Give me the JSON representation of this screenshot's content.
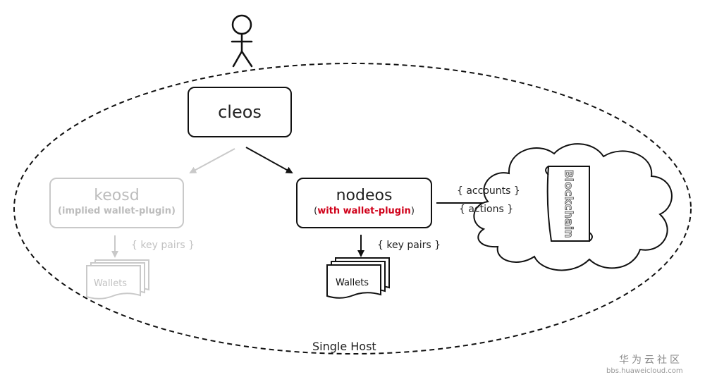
{
  "nodes": {
    "cleos": {
      "title": "cleos"
    },
    "nodeos": {
      "title": "nodeos",
      "sub_open": "(",
      "sub_plugin": "with wallet-plugin",
      "sub_close": ")"
    },
    "keosd": {
      "title": "keosd",
      "sub": "(implied wallet-plugin)"
    }
  },
  "labels": {
    "key_pairs_left": "{ key pairs }",
    "key_pairs_right": "{ key pairs }",
    "accounts": "{ accounts }",
    "actions": "{ actions }",
    "wallets_left": "Wallets",
    "wallets_right": "Wallets",
    "blockchain": "Blockchain",
    "host": "Single Host"
  },
  "watermark": {
    "brand": "华为云社区",
    "url": "bbs.huaweicloud.com"
  },
  "colors": {
    "accent_red": "#d0021b",
    "faded": "#c9c9c9",
    "ink": "#111111"
  }
}
